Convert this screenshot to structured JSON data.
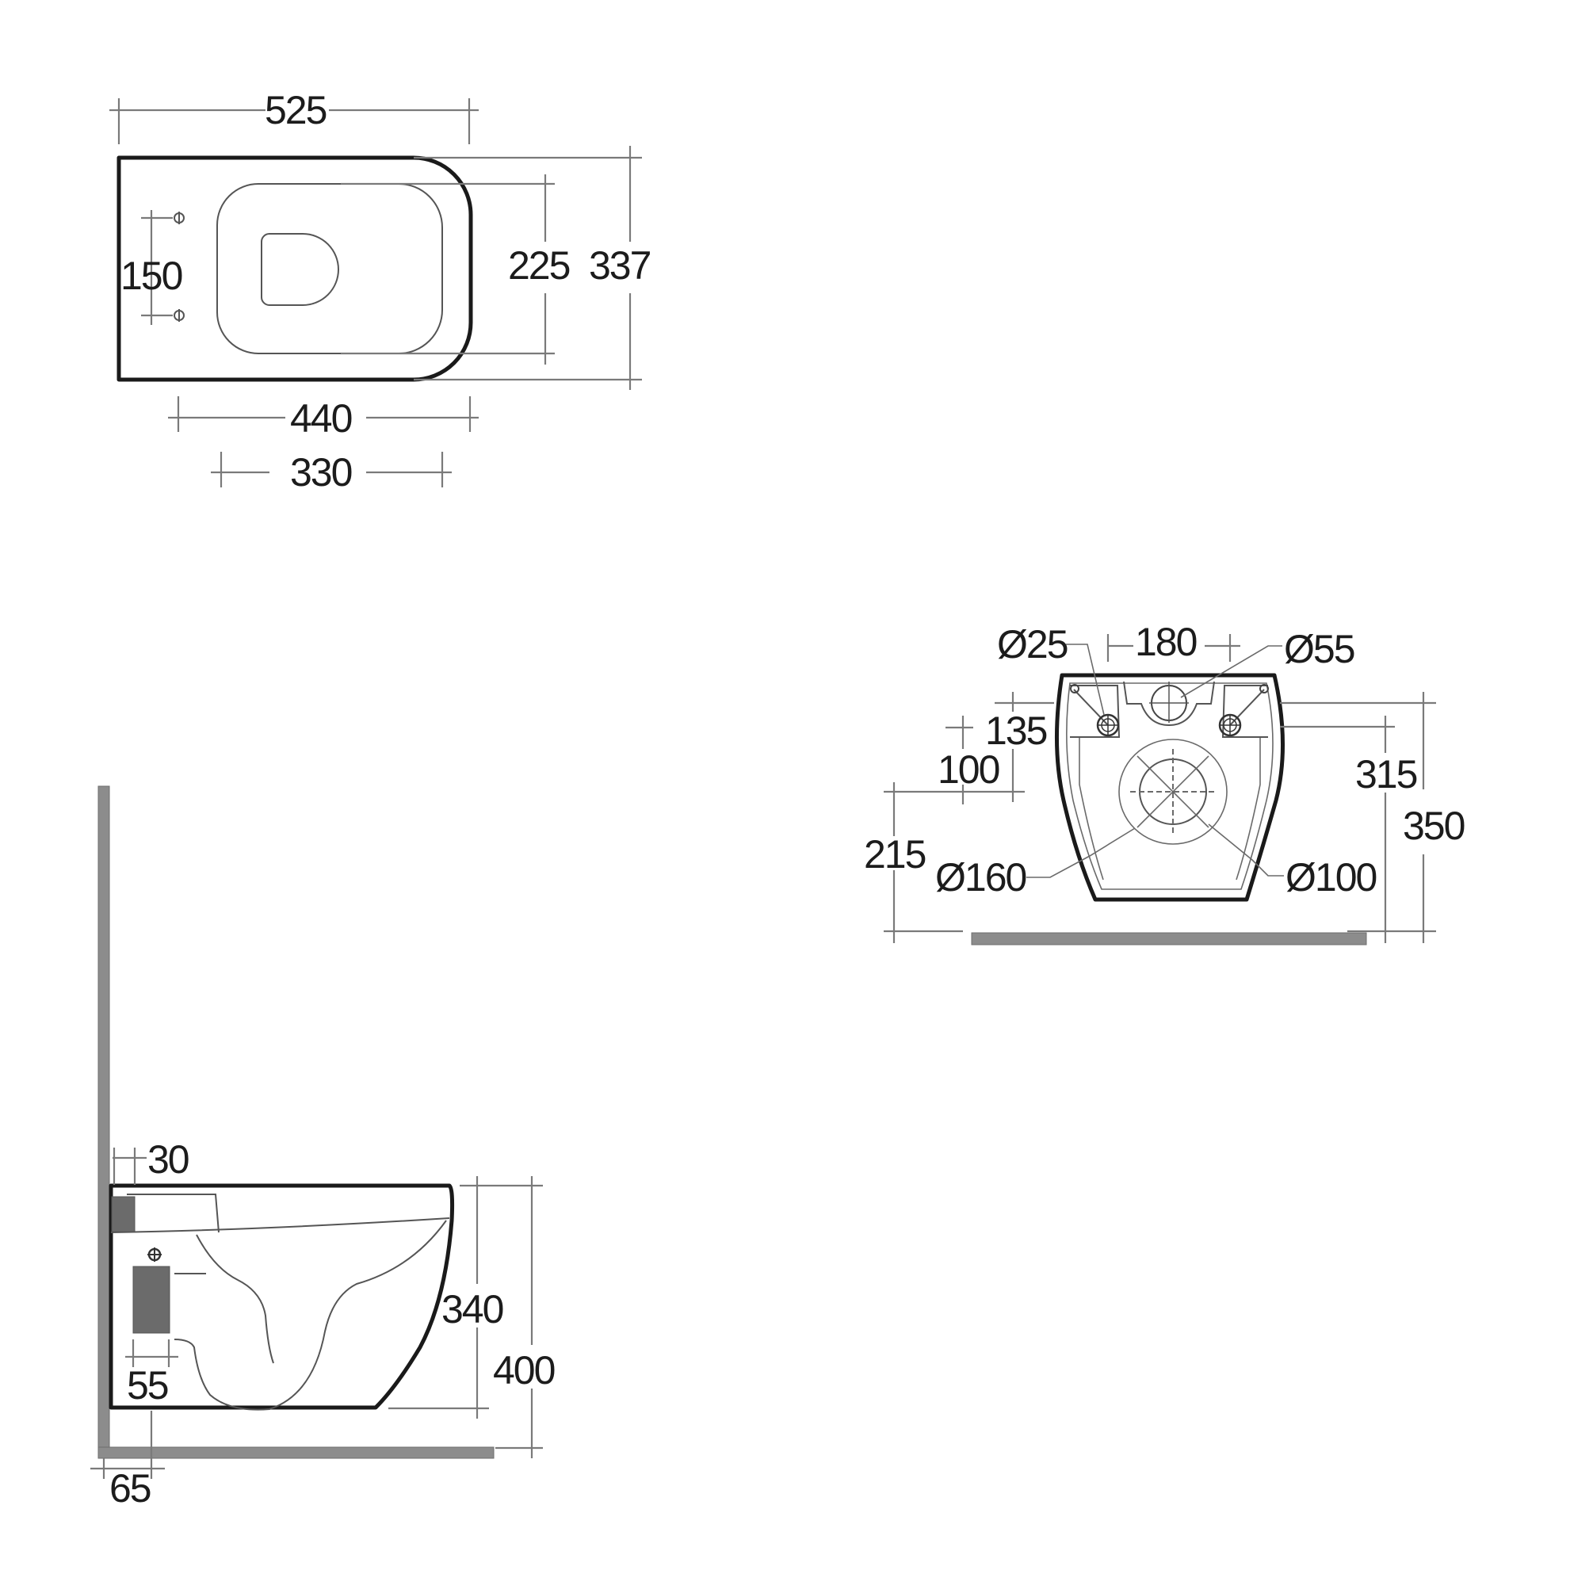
{
  "drawing": {
    "title": "Wall-hung WC technical dimension drawing",
    "colors": {
      "outline": "#1a1a1a",
      "dimension_line": "#7a7a7a",
      "wall_floor": "#8c8c8c",
      "hatch": "#6b6b6b",
      "background": "#ffffff"
    }
  },
  "top_view": {
    "labels": {
      "overall_length": "525",
      "fixing_centres": "150",
      "seat_inner_width": "225",
      "overall_width": "337",
      "bowl_length": "440",
      "seat_opening_length": "330"
    }
  },
  "back_view": {
    "labels": {
      "fixing_hole_dia": "Ø25",
      "fixing_centres": "180",
      "inlet_dia": "Ø55",
      "inlet_height_offset": "135",
      "outlet_offset": "100",
      "outlet_height": "215",
      "outlet_collar_dia": "Ø160",
      "outlet_dia": "Ø100",
      "fixing_height": "315",
      "inlet_height": "350"
    }
  },
  "side_view": {
    "labels": {
      "rim_offset": "30",
      "outlet_projection": "55",
      "bowl_height": "340",
      "rim_height": "400",
      "wall_offset": "65"
    }
  }
}
